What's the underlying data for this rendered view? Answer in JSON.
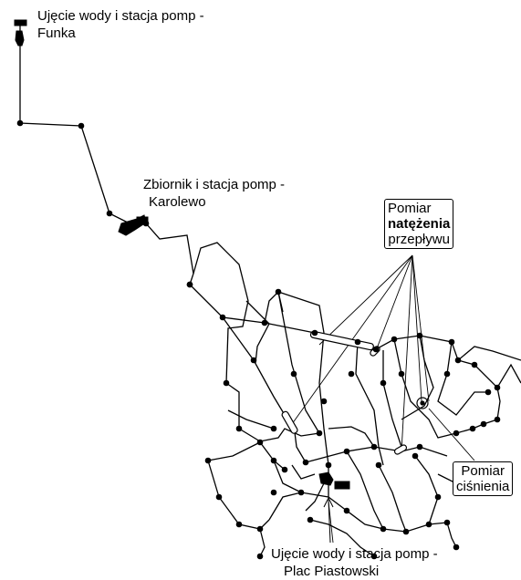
{
  "labels": {
    "funka_line1": "Ujęcie wody i stacja pomp -",
    "funka_line2": "Funka",
    "karolewo_line1": "Zbiornik i stacja pomp -",
    "karolewo_line2": "Karolewo",
    "flow_line1": "Pomiar",
    "flow_line2": "natężenia",
    "flow_line3": "przepływu",
    "pressure_line1": "Pomiar",
    "pressure_line2": "ciśnienia",
    "plac_line1": "Ujęcie wody i stacja pomp -",
    "plac_line2": "Plac Piastowski"
  },
  "colors": {
    "pipe": "#000000",
    "background": "#ffffff"
  }
}
